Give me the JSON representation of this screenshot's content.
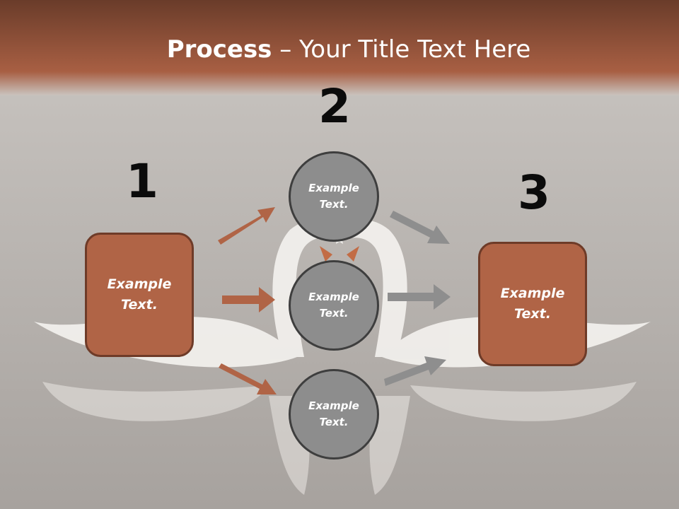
{
  "slide": {
    "title_bold": "Process",
    "title_rest": " – Your Title Text Here",
    "steps": {
      "one": "1",
      "two": "2",
      "three": "3"
    },
    "left_box": {
      "line1": "Example",
      "line2": "Text."
    },
    "right_box": {
      "line1": "Example",
      "line2": "Text."
    },
    "circles": [
      {
        "line1": "Example",
        "line2": "Text."
      },
      {
        "line1": "Example",
        "line2": "Text."
      },
      {
        "line1": "Example",
        "line2": "Text."
      }
    ]
  },
  "colors": {
    "header_dark": "#6a3c2a",
    "header_light": "#b06446",
    "box_fill": "#b06446",
    "box_border": "#6e3b28",
    "circle_fill": "#8d8d8d",
    "circle_border": "#3e3e3e",
    "arrow_brown": "#b06446",
    "arrow_gray": "#8e8e8e"
  }
}
